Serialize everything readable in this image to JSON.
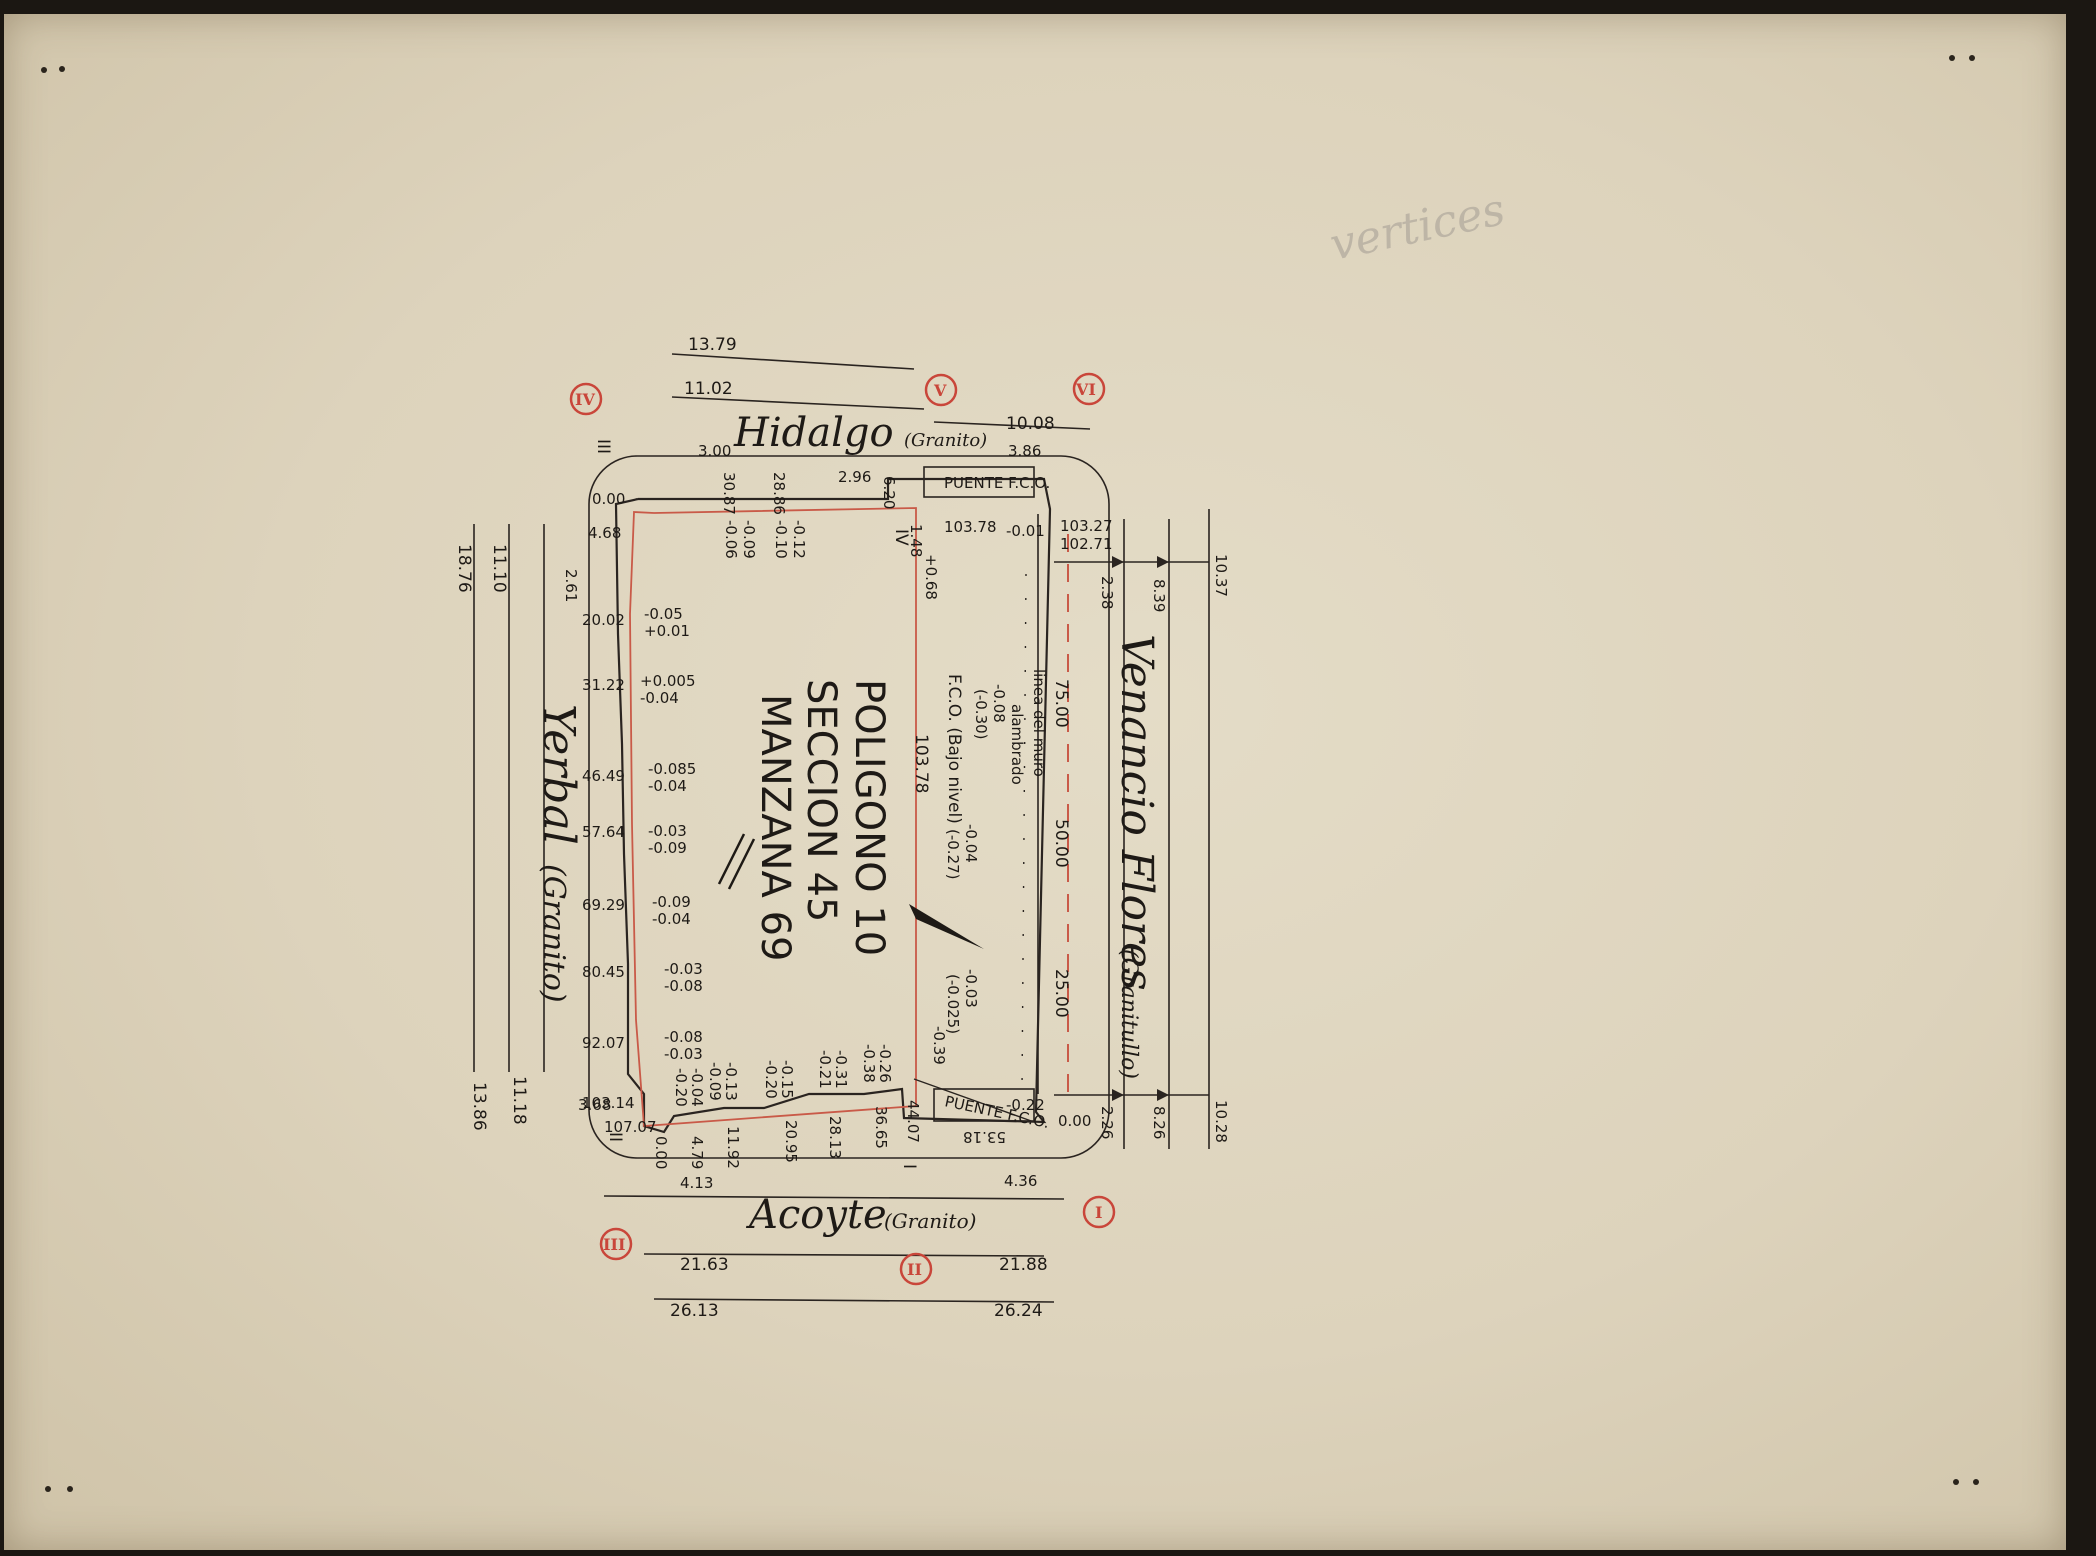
{
  "streets": {
    "north": {
      "name": "Hidalgo",
      "paving": "(Granito)"
    },
    "south": {
      "name": "Acoyte",
      "paving": "(Granito)"
    },
    "west": {
      "name": "Yerbal",
      "paving": "(Granito)"
    },
    "east": {
      "name": "Venancio Flores",
      "paving": "(Granitullo)"
    }
  },
  "block": {
    "poligono": "POLIGONO 10",
    "seccion": "SECCION 45",
    "manzana": "MANZANA 69",
    "fco_label": "F.C.O. (Bajo nivel)",
    "fco_value": "103.78"
  },
  "pencil_note": "vertices",
  "vertex_marks": [
    "I",
    "II",
    "III",
    "IV",
    "V",
    "VI"
  ],
  "structure_labels": {
    "puente_north": "PUENTE F.C.O.",
    "puente_south": "PUENTE F.C.O.",
    "alambrado": "alambrado",
    "linea_muro": "linea del muro",
    "corner_roman_iii": "III",
    "corner_roman_iv": "IV",
    "corner_roman_ii": "II",
    "corner_roman_i": "I"
  },
  "dimensions": {
    "top": [
      "13.79",
      "11.02",
      "10.08",
      "3.00",
      "2.96",
      "3.86"
    ],
    "bottom": [
      "4.13",
      "4.36",
      "21.63",
      "21.88",
      "26.13",
      "26.24"
    ],
    "left": [
      "18.76",
      "11.10",
      "2.61",
      "3.68",
      "11.18",
      "13.86"
    ],
    "right": [
      "2.38",
      "8.39",
      "10.37",
      "2.26",
      "8.26",
      "10.28"
    ]
  },
  "west_chainage": [
    "0.00",
    "4.68",
    "20.02",
    "31.22",
    "46.49",
    "57.64",
    "69.29",
    "80.45",
    "92.07",
    "103.14",
    "107.07"
  ],
  "west_levels": [
    [
      "-0.05",
      "+0.01"
    ],
    [
      "+0.005",
      "-0.04"
    ],
    [
      "-0.085",
      "-0.04"
    ],
    [
      "-0.03",
      "-0.09"
    ],
    [
      "-0.09",
      "-0.04"
    ],
    [
      "-0.03",
      "-0.08"
    ],
    [
      "-0.08",
      "-0.03"
    ]
  ],
  "east_chainage": [
    "75.00",
    "50.00",
    "25.00",
    "0.00"
  ],
  "east_values": [
    "103.27",
    "102.71"
  ],
  "east_levels": [
    [
      "-0.08",
      "(-0.30)"
    ],
    [
      "-0.04",
      "(-0.27)"
    ],
    [
      "-0.03",
      "(-0.025)"
    ],
    [
      "-0.39",
      "-0.22"
    ]
  ],
  "north_values": [
    "30.87",
    "28.86",
    "6.20",
    "1.48",
    "103.78",
    "-0.01"
  ],
  "north_levels": [
    [
      "-0.09",
      "-0.06"
    ],
    [
      "-0.12",
      "-0.10"
    ],
    [
      "+0.68",
      ""
    ]
  ],
  "south_chainage": [
    "0.00",
    "4.79",
    "11.92",
    "20.95",
    "28.13",
    "36.65",
    "44.07",
    "53.18"
  ],
  "south_levels": [
    [
      "-0.04",
      "-0.20"
    ],
    [
      "-0.13",
      "-0.09"
    ],
    [
      "-0.15",
      "-0.20"
    ],
    [
      "-0.31",
      "-0.21"
    ],
    [
      "-0.26",
      "-0.38"
    ]
  ]
}
